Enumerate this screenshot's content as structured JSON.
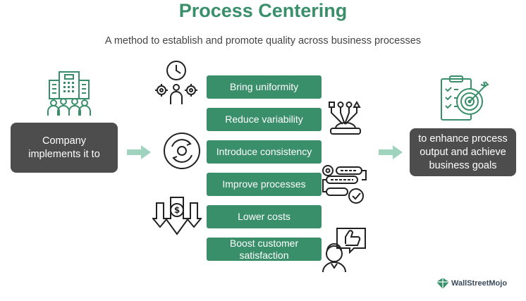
{
  "header": {
    "title": "Process Centering",
    "subtitle": "A method to establish and promote quality across business processes"
  },
  "left_box": {
    "text": "Company implements it to"
  },
  "right_box": {
    "text": "to enhance process output and achieve business goals"
  },
  "steps": [
    {
      "label": "Bring uniformity"
    },
    {
      "label": "Reduce variability"
    },
    {
      "label": "Introduce consistency"
    },
    {
      "label": "Improve processes"
    },
    {
      "label": "Lower costs"
    },
    {
      "label": "Boost customer satisfaction"
    }
  ],
  "icons": {
    "company": "office-building-people-icon",
    "uniformity": "clock-gears-person-icon",
    "variability": "shapes-funnel-icon",
    "consistency": "circular-arrows-icon",
    "processes": "workflow-gear-check-icon",
    "costs": "money-down-arrows-icon",
    "satisfaction": "customer-thumbs-up-icon",
    "goals": "checklist-target-icon",
    "brand": "wallstreetmojo-logo-icon"
  },
  "brand": {
    "text": "WallStreetMojo"
  },
  "colors": {
    "accent": "#3a8f6b",
    "dark_box": "#4d4d4d",
    "arrow": "#9fd3bd",
    "text": "#444444"
  }
}
